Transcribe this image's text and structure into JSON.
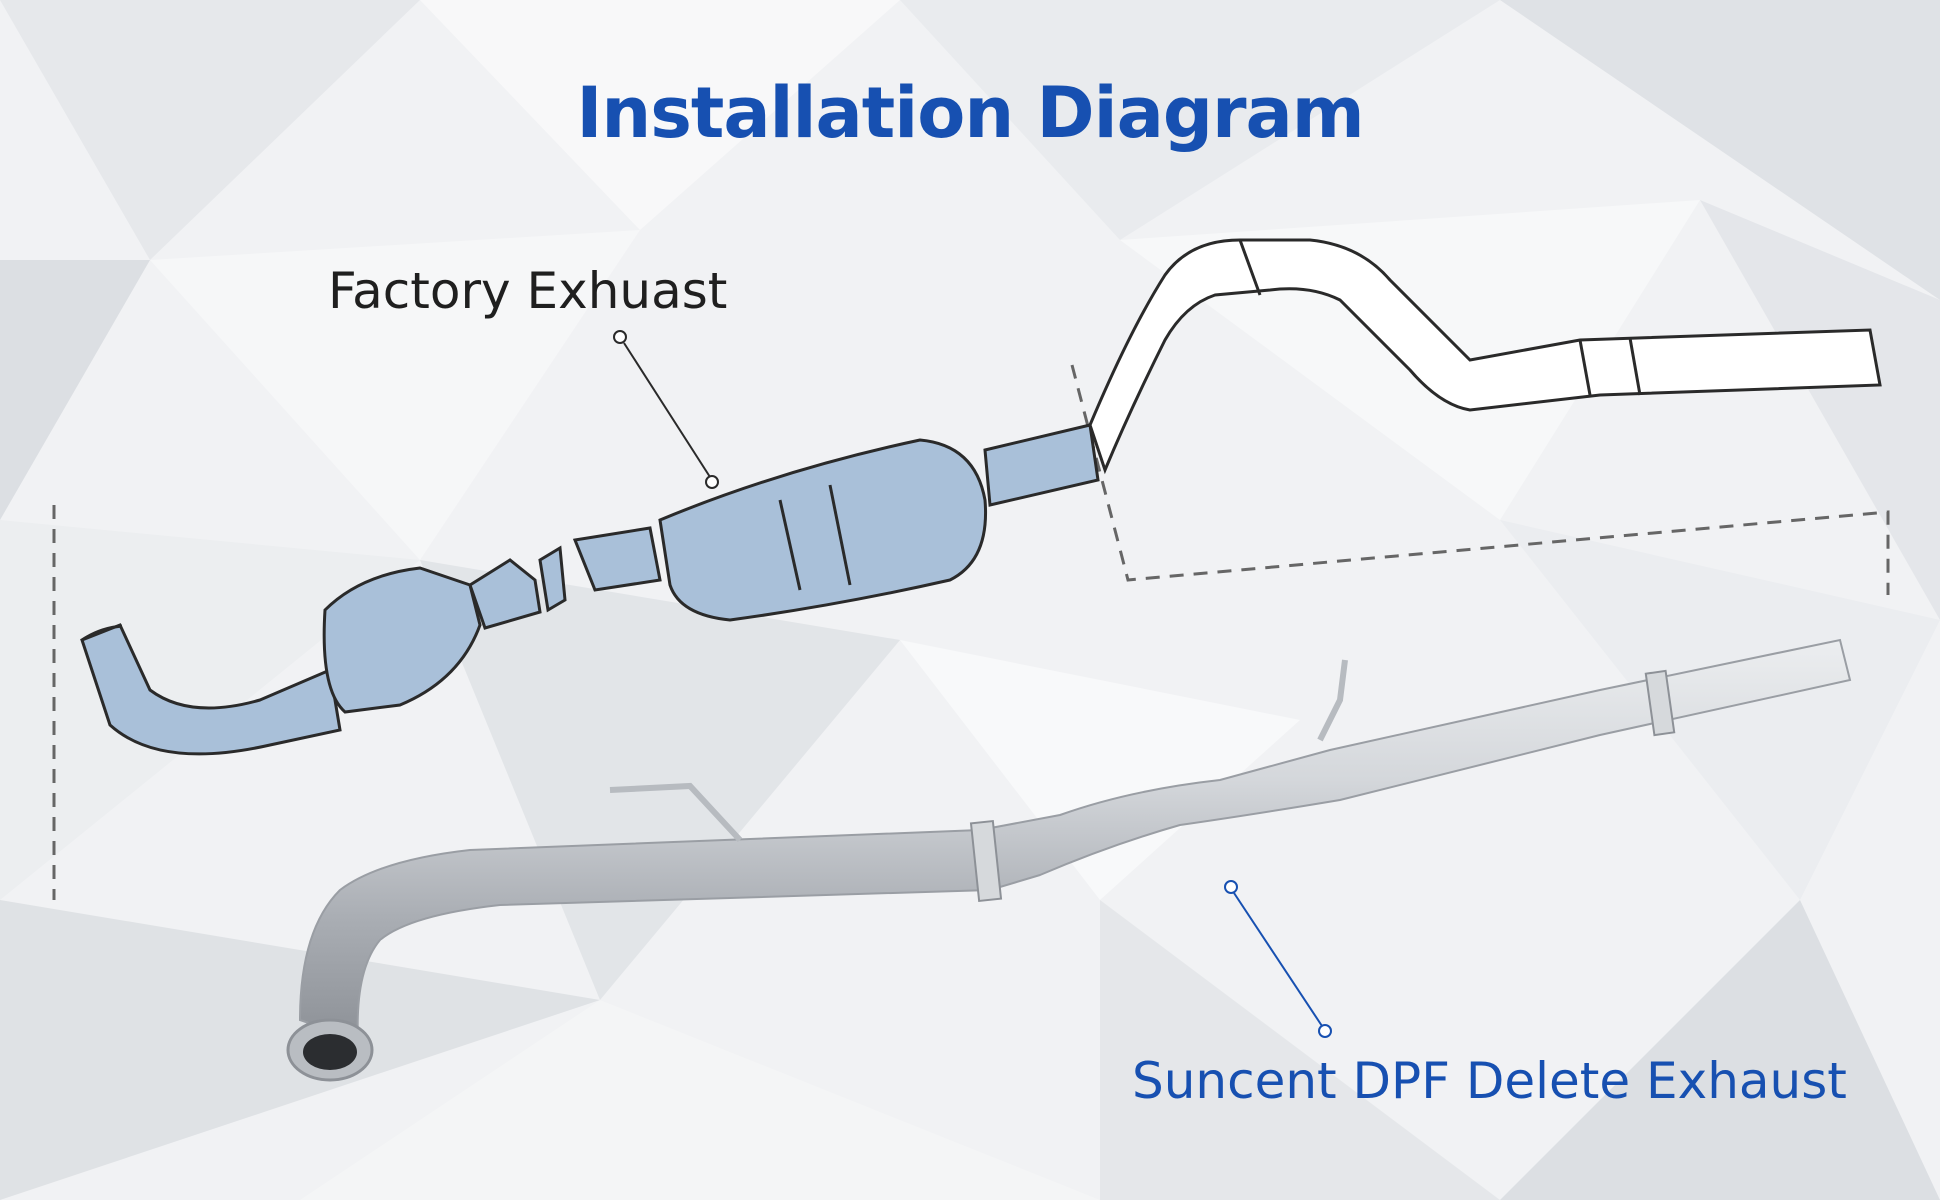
{
  "diagram": {
    "title": "Installation Diagram",
    "labels": {
      "factory": "Factory Exhuast",
      "suncent": "Suncent DPF Delete Exhaust"
    }
  },
  "colors": {
    "title": "#1750b1",
    "factory_label": "#1f1f1f",
    "suncent_label": "#1750b1",
    "factory_parts_fill": "#a9c0d9",
    "outline": "#2a2a2a",
    "pipe_steel": "#c9ccd0"
  }
}
